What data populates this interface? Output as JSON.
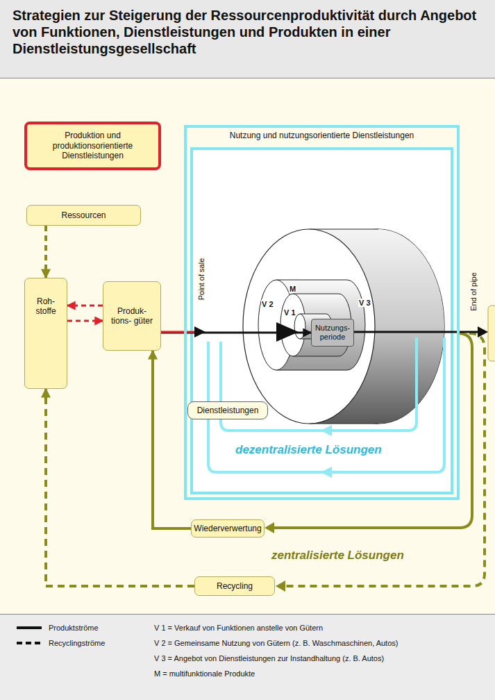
{
  "diagram": {
    "title": "Strategien zur Steigerung der Ressourcenproduktivität durch Angebot von Funktionen, Dienstleistungen und Produkten in einer Dienstleistungsgesellschaft",
    "nodes": [
      {
        "text": [
          "Produktion und produktionsorientierte Dienstleistungen"
        ]
      },
      {
        "text": [
          "Nutzung und nutzungsorientierte Dienstleistungen"
        ]
      },
      {
        "text": [
          "Ressourcen"
        ]
      },
      {
        "text": [
          "Roh- stoffe"
        ]
      },
      {
        "text": [
          "Produk- tions- güter"
        ]
      },
      {
        "text": [
          "Nutzungs- periode"
        ],
        "in": 1
      },
      {
        "text": [
          "Dienstleistungen"
        ],
        "in": 1
      },
      {
        "text": [
          "Wiederverwertung"
        ]
      },
      {
        "text": [
          "Recycling"
        ]
      }
    ],
    "edges": [
      {
        "from": 2,
        "to": 3,
        "arrow": "to"
      },
      {
        "from": 4,
        "to": 3,
        "arrow": "to"
      },
      {
        "from": 3,
        "to": 4,
        "arrow": "to"
      },
      {
        "from": 4,
        "to": 5,
        "arrow": "to"
      },
      {
        "from": 8,
        "to": 3,
        "arrow": "to"
      },
      {
        "from": 7,
        "to": 4,
        "arrow": "to"
      }
    ],
    "labels": [
      "Point of sale",
      "V 2",
      "M",
      "V 1",
      "V 3",
      "End of pipe",
      "dezentralisierte Lösungen",
      "zentralisierte Lösungen"
    ],
    "legend": [
      {
        "text": "Produktströme"
      },
      {
        "text": "Recyclingströme"
      },
      {
        "text": "V 1 = Verkauf von Funktionen anstelle von Gütern"
      },
      {
        "text": "V 2 = Gemeinsame Nutzung von Gütern (z. B. Waschmaschinen, Autos)"
      },
      {
        "text": "V 3 = Angebot von Dienstleistungen zur Instandhaltung (z. B. Autos)"
      },
      {
        "text": "M = multifunktionale Produkte"
      }
    ]
  }
}
